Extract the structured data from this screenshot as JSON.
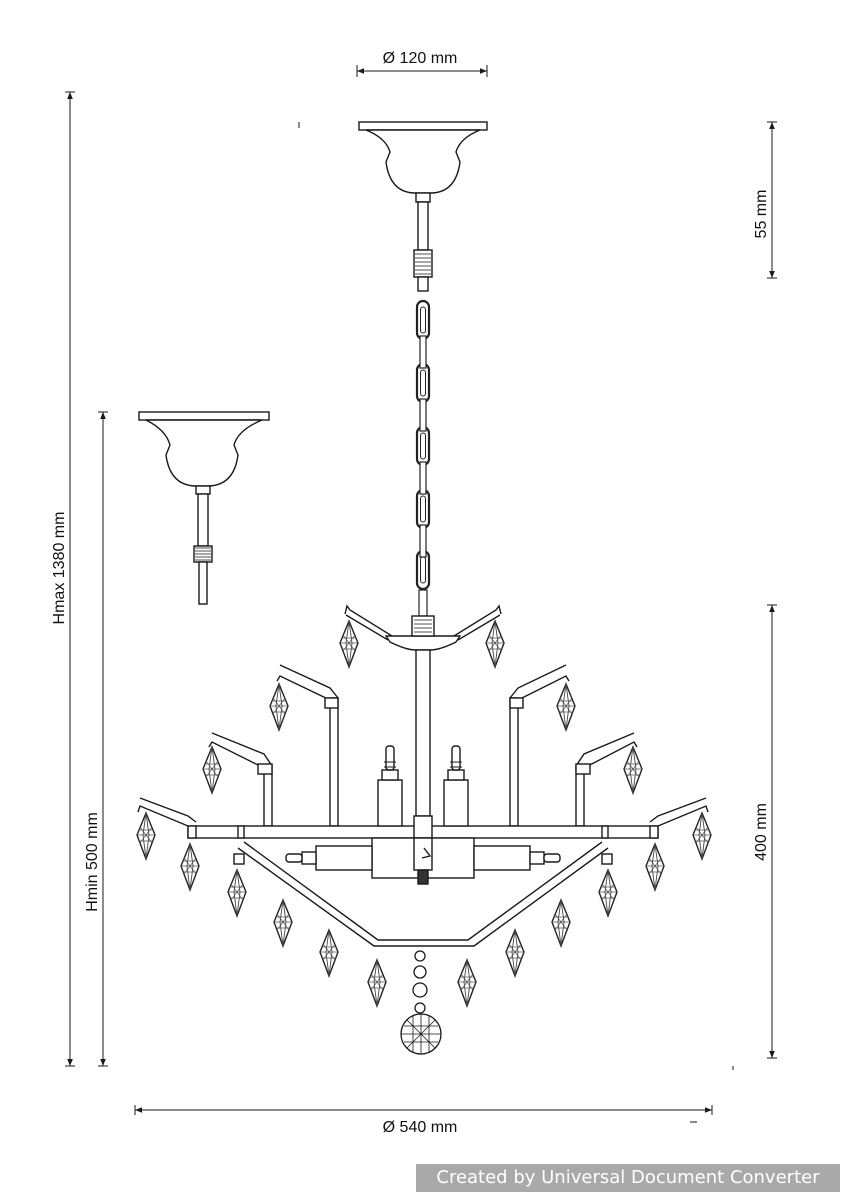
{
  "dimensions": {
    "ceiling_diameter": "Ø 120 mm",
    "canopy_height": "55 mm",
    "hmax": "Hmax 1380 mm",
    "hmin": "Hmin 500 mm",
    "body_height": "400 mm",
    "diameter": "Ø 540 mm"
  },
  "watermark": "Created by Universal Document Converter",
  "colors": {
    "line": "#1a1a1a",
    "crystal": "#333333",
    "watermark_bg": "#a9a9a9"
  }
}
